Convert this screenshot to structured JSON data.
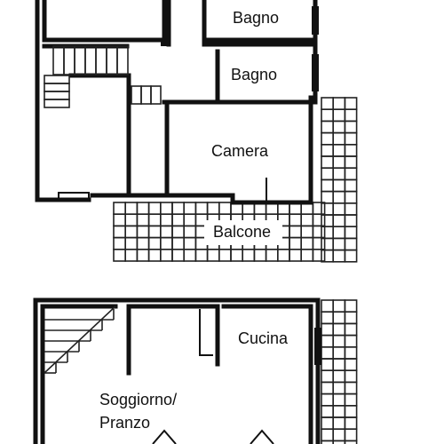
{
  "floorplan": {
    "upper_floor": {
      "rooms": [
        {
          "key": "bagno_1",
          "label": "Bagno"
        },
        {
          "key": "bagno_2",
          "label": "Bagno"
        },
        {
          "key": "camera",
          "label": "Camera"
        },
        {
          "key": "balcone",
          "label": "Balcone"
        }
      ]
    },
    "lower_floor": {
      "rooms": [
        {
          "key": "cucina",
          "label": "Cucina"
        },
        {
          "key": "soggiorno_line1",
          "label": "Soggiorno/"
        },
        {
          "key": "soggiorno_line2",
          "label": "Pranzo"
        }
      ]
    },
    "colors": {
      "line": "#111111",
      "background": "#ffffff"
    }
  }
}
